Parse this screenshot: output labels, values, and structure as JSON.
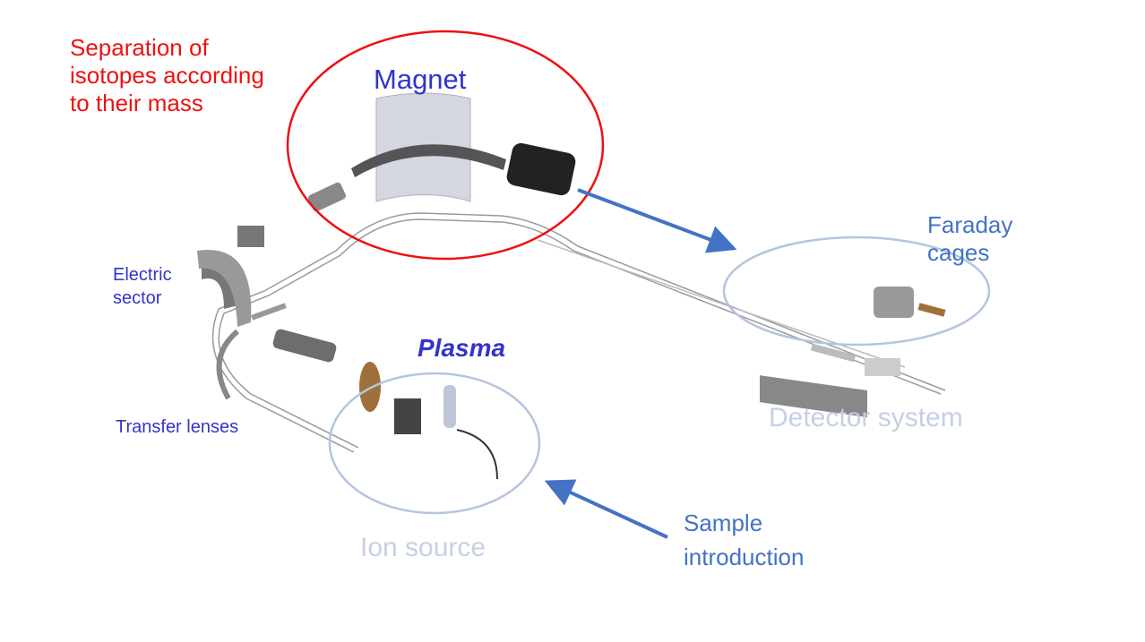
{
  "labels": {
    "separation": [
      "Separation of",
      "isotopes according",
      "to their mass"
    ],
    "magnet": "Magnet",
    "faraday": [
      "Faraday",
      "cages"
    ],
    "electric_sector": [
      "Electric",
      "sector"
    ],
    "plasma": "Plasma",
    "transfer_lenses": "Transfer lenses",
    "detector_system": "Detector system",
    "ion_source": "Ion source",
    "sample_introduction": [
      "Sample",
      "introduction"
    ]
  },
  "colors": {
    "red_annotation": "#ee1111",
    "blue_annotation": "#4472c4",
    "component_label": "#3333cc",
    "faded_label": "#c5cfe6",
    "ellipse_light": "#b4c4e0"
  }
}
